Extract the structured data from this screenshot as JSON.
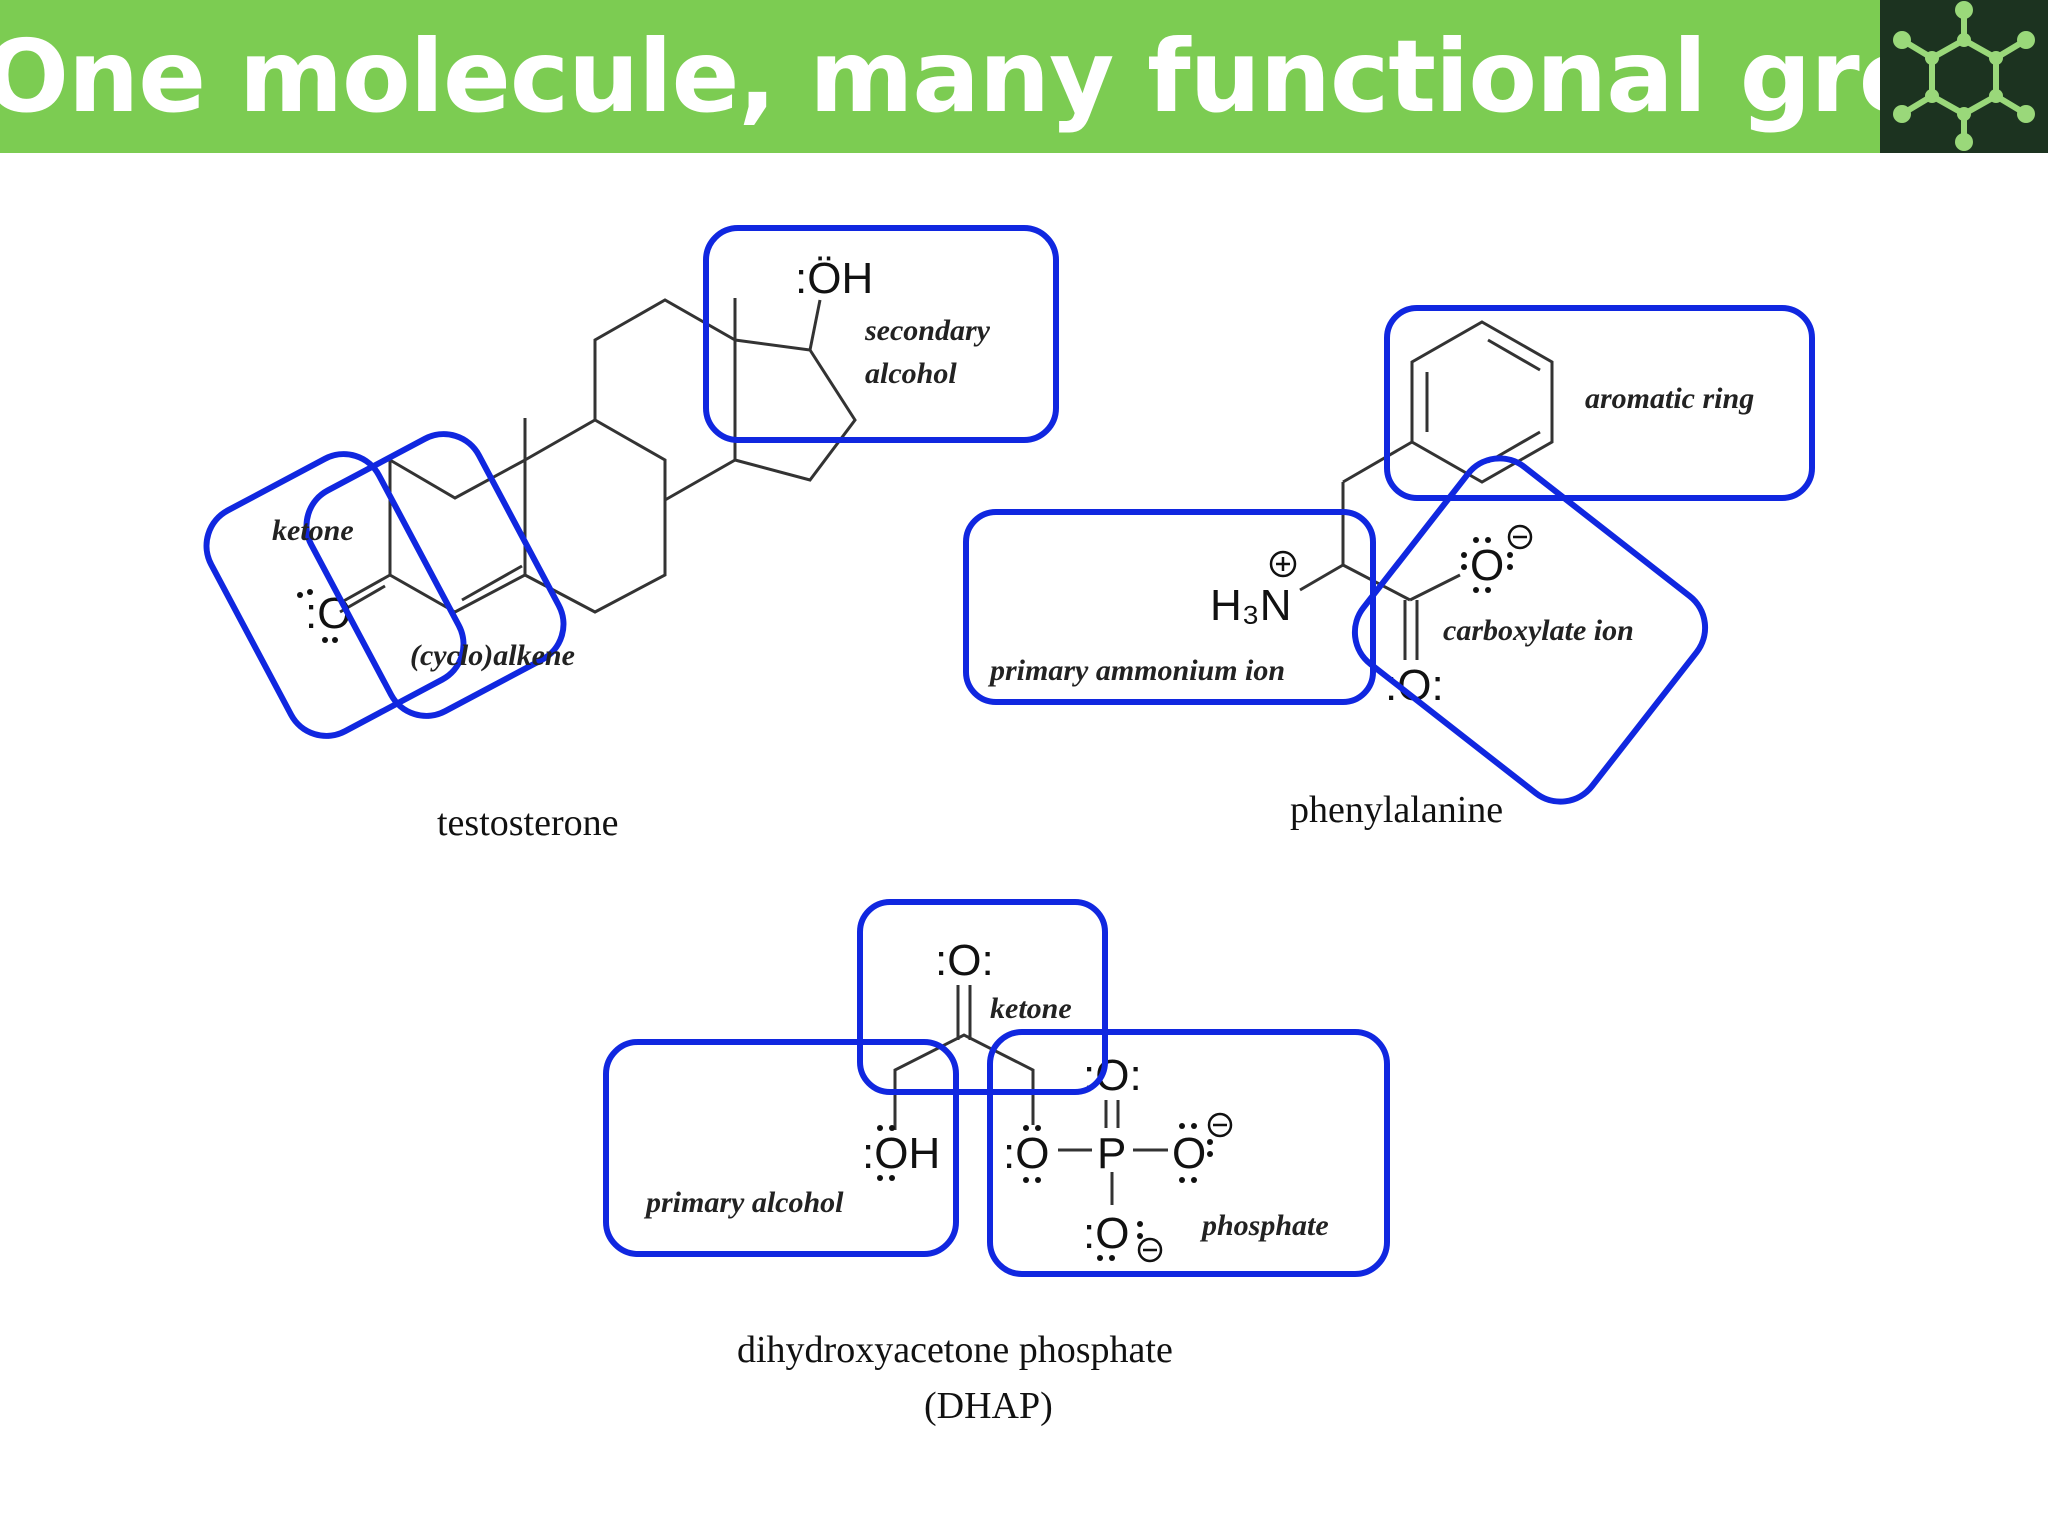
{
  "header": {
    "title": "One molecule, many functional groups",
    "logo_icon": "molecule-icon",
    "bar_color": "#7ccc52",
    "logo_bg": "#1c3320"
  },
  "accent_color": "#1027e0",
  "molecules": {
    "testosterone": {
      "name": "testosterone",
      "atoms": {
        "oh": ":ÖH",
        "o": ":O"
      },
      "labels": {
        "ketone": "ketone",
        "alkene": "(cyclo)alkene",
        "secondary": "secondary",
        "alcohol": "alcohol"
      }
    },
    "phenylalanine": {
      "name": "phenylalanine",
      "atoms": {
        "h3n": "H₃N",
        "o_top": "O",
        "o_bottom": ":O:"
      },
      "labels": {
        "aromatic": "aromatic ring",
        "ammonium": "primary ammonium ion",
        "carboxylate": "carboxylate ion"
      }
    },
    "dhap": {
      "name_line1": "dihydroxyacetone phosphate",
      "name_line2": "(DHAP)",
      "atoms": {
        "o_top": ":O:",
        "oh": ":OH",
        "o_left": ":O",
        "p": "P",
        "o_right": "O",
        "o_up": ":O:",
        "o_down": ":O"
      },
      "labels": {
        "ketone": "ketone",
        "primary_alcohol": "primary alcohol",
        "phosphate": "phosphate"
      }
    }
  }
}
